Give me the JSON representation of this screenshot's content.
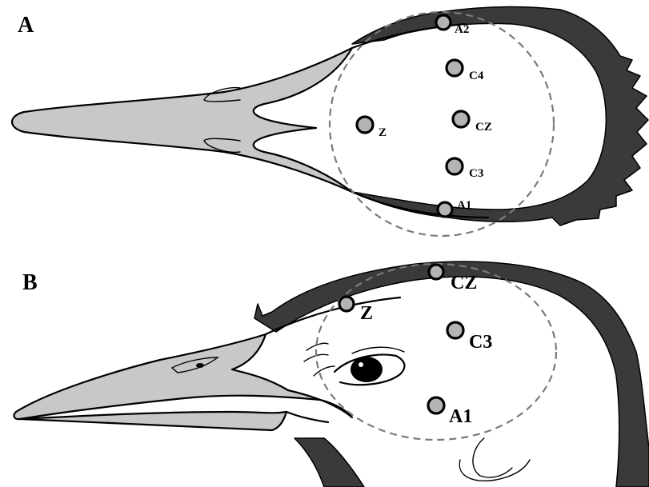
{
  "panels": {
    "a": {
      "label": "A",
      "electrodes": {
        "a2": "A2",
        "c4": "C4",
        "z": "Z",
        "cz": "CZ",
        "c3": "C3",
        "a1": "A1"
      }
    },
    "b": {
      "label": "B",
      "electrodes": {
        "cz": "CZ",
        "z": "Z",
        "c3": "C3",
        "a1": "A1"
      }
    }
  },
  "colors": {
    "beak": "#c8c8c8",
    "plumage": "#3a3a3a",
    "electrode_fill": "#b4b4b4",
    "skull_outline": "#7a7a7a"
  }
}
